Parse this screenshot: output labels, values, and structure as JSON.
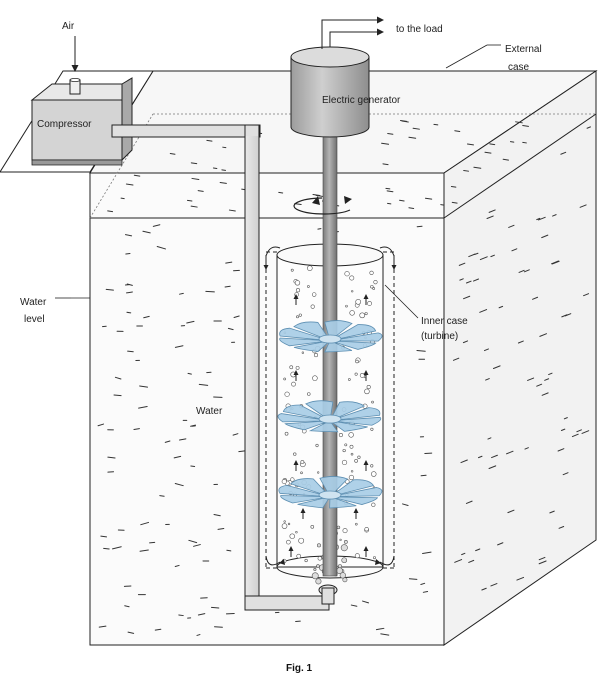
{
  "labels": {
    "air": "Air",
    "to_load": "to the load",
    "external_case_line1": "External",
    "external_case_line2": "case",
    "compressor": "Compressor",
    "generator": "Electric generator",
    "water_level_line1": "Water",
    "water_level_line2": "level",
    "inner_case_line1": "Inner case",
    "inner_case_line2": "(turbine)",
    "water": "Water"
  },
  "caption": "Fig. 1",
  "colors": {
    "outline": "#222222",
    "box_fill": "#f4f4f4",
    "compressor_front": "#d2d2d2",
    "compressor_top": "#e6e6e6",
    "compressor_side": "#a8a8a8",
    "generator": "#bdbdbd",
    "generator_top": "#dcdcdc",
    "shaft": "#8f8f8f",
    "pipe": "#dedede",
    "blade": "#a8cde6",
    "blade_edge": "#5d8fb2",
    "water_mark": "#333333"
  },
  "icons": {
    "air_arrow": "arrow-down-icon",
    "load_arrow": "arrow-right-icon",
    "rotation": "rotation-arrow-icon",
    "flow_up": "arrow-up-icon",
    "flow_down": "arrow-down-icon"
  }
}
